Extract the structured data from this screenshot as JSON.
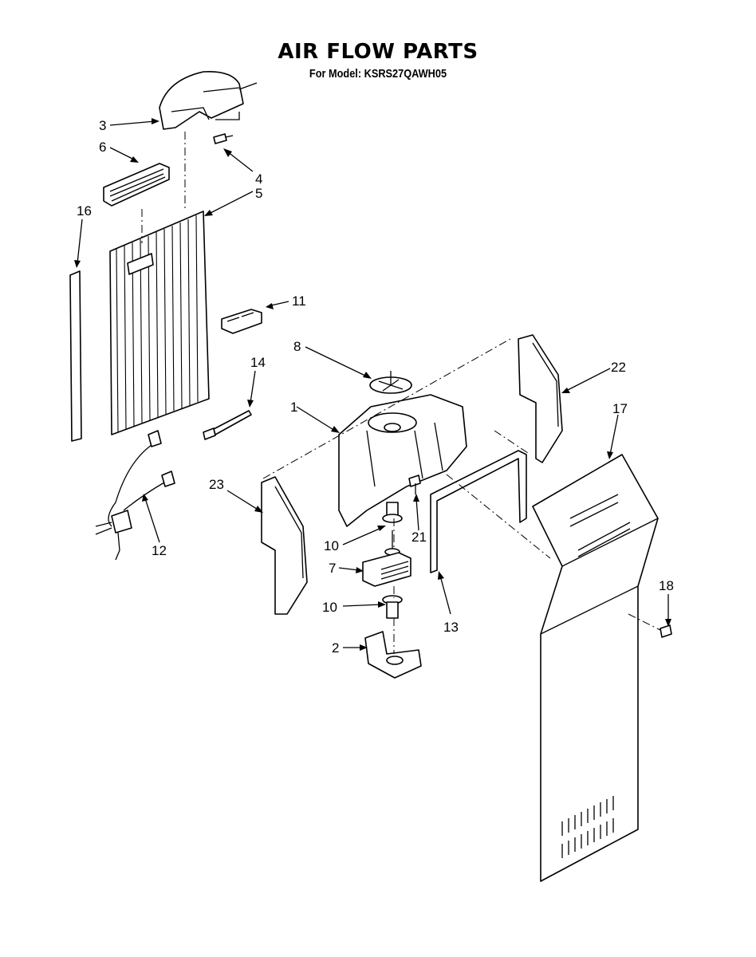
{
  "header": {
    "title": "AIR FLOW PARTS",
    "subtitle": "For Model: KSRS27QAWH05"
  },
  "callouts": [
    {
      "id": "c1",
      "label": "1"
    },
    {
      "id": "c2",
      "label": "2"
    },
    {
      "id": "c3",
      "label": "3"
    },
    {
      "id": "c4",
      "label": "4"
    },
    {
      "id": "c5",
      "label": "5"
    },
    {
      "id": "c6",
      "label": "6"
    },
    {
      "id": "c7",
      "label": "7"
    },
    {
      "id": "c8",
      "label": "8"
    },
    {
      "id": "c10a",
      "label": "10"
    },
    {
      "id": "c10b",
      "label": "10"
    },
    {
      "id": "c11",
      "label": "11"
    },
    {
      "id": "c12",
      "label": "12"
    },
    {
      "id": "c13",
      "label": "13"
    },
    {
      "id": "c14",
      "label": "14"
    },
    {
      "id": "c16",
      "label": "16"
    },
    {
      "id": "c17",
      "label": "17"
    },
    {
      "id": "c18",
      "label": "18"
    },
    {
      "id": "c21",
      "label": "21"
    },
    {
      "id": "c22",
      "label": "22"
    },
    {
      "id": "c23",
      "label": "23"
    }
  ]
}
